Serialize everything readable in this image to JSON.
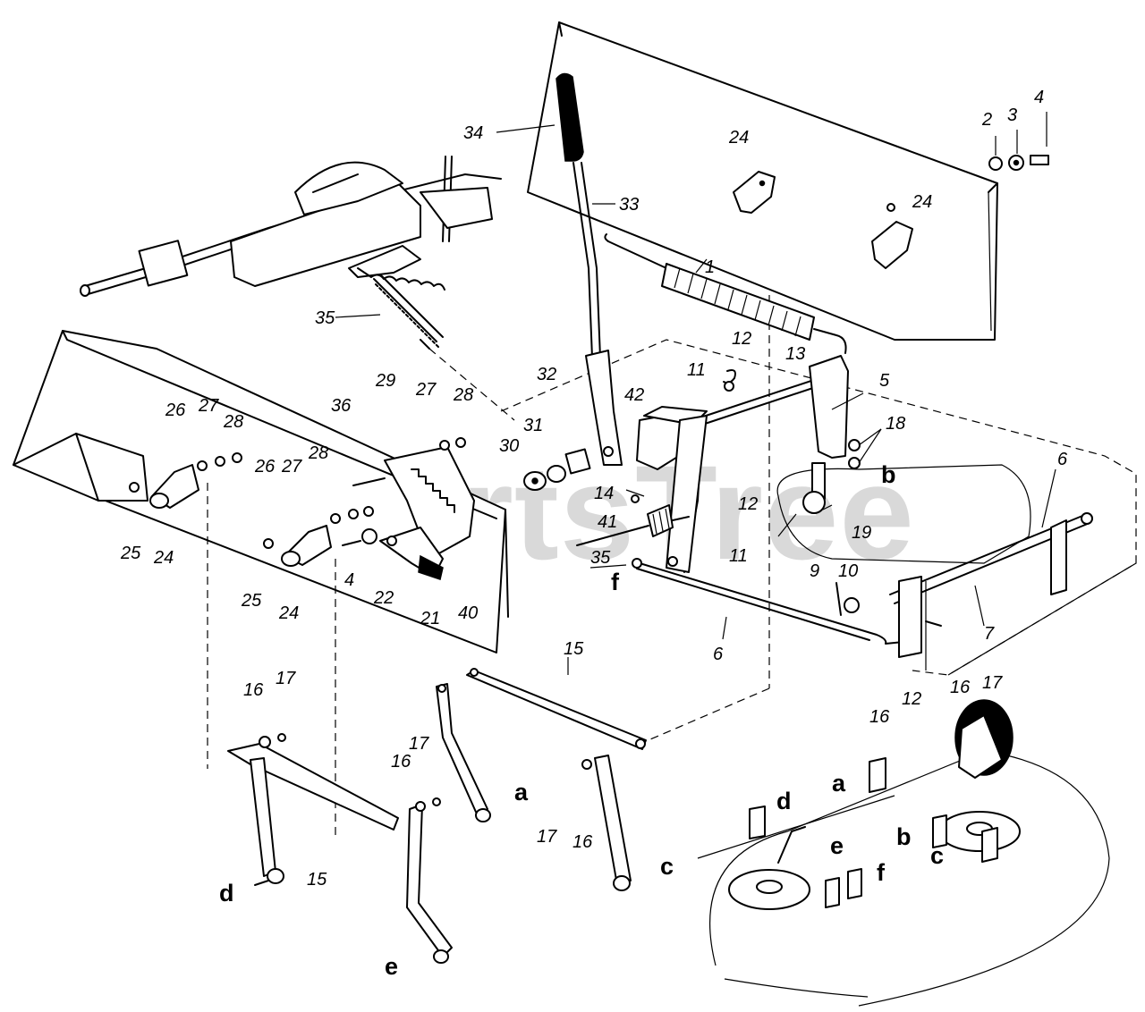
{
  "watermark": "PartsTree",
  "labels": [
    {
      "id": "n34",
      "text": "34"
    },
    {
      "id": "n33",
      "text": "33"
    },
    {
      "id": "n24a",
      "text": "24"
    },
    {
      "id": "n2",
      "text": "2"
    },
    {
      "id": "n3",
      "text": "3"
    },
    {
      "id": "n4a",
      "text": "4"
    },
    {
      "id": "n24b",
      "text": "24"
    },
    {
      "id": "n1",
      "text": "1"
    },
    {
      "id": "n35a",
      "text": "35"
    },
    {
      "id": "n12a",
      "text": "12"
    },
    {
      "id": "n13",
      "text": "13"
    },
    {
      "id": "n11a",
      "text": "11"
    },
    {
      "id": "n5",
      "text": "5"
    },
    {
      "id": "n32",
      "text": "32"
    },
    {
      "id": "n42",
      "text": "42"
    },
    {
      "id": "n29",
      "text": "29"
    },
    {
      "id": "n27a",
      "text": "27"
    },
    {
      "id": "n28a",
      "text": "28"
    },
    {
      "id": "n36",
      "text": "36"
    },
    {
      "id": "n26a",
      "text": "26"
    },
    {
      "id": "n27b",
      "text": "27"
    },
    {
      "id": "n28b",
      "text": "28"
    },
    {
      "id": "n28c",
      "text": "28"
    },
    {
      "id": "n31",
      "text": "31"
    },
    {
      "id": "n30",
      "text": "30"
    },
    {
      "id": "n18",
      "text": "18"
    },
    {
      "id": "n6a",
      "text": "6"
    },
    {
      "id": "n26b",
      "text": "26"
    },
    {
      "id": "n27c",
      "text": "27"
    },
    {
      "id": "n14",
      "text": "14"
    },
    {
      "id": "n12b",
      "text": "12"
    },
    {
      "id": "n19",
      "text": "19"
    },
    {
      "id": "n41",
      "text": "41"
    },
    {
      "id": "n25a",
      "text": "25"
    },
    {
      "id": "n24c",
      "text": "24"
    },
    {
      "id": "n35b",
      "text": "35"
    },
    {
      "id": "n11b",
      "text": "11"
    },
    {
      "id": "n4b",
      "text": "4"
    },
    {
      "id": "n22",
      "text": "22"
    },
    {
      "id": "n25b",
      "text": "25"
    },
    {
      "id": "n24d",
      "text": "24"
    },
    {
      "id": "n21",
      "text": "21"
    },
    {
      "id": "n40",
      "text": "40"
    },
    {
      "id": "n9",
      "text": "9"
    },
    {
      "id": "n10",
      "text": "10"
    },
    {
      "id": "n7",
      "text": "7"
    },
    {
      "id": "n6b",
      "text": "6"
    },
    {
      "id": "n15a",
      "text": "15"
    },
    {
      "id": "n16a",
      "text": "16"
    },
    {
      "id": "n17a",
      "text": "17"
    },
    {
      "id": "n17b",
      "text": "17"
    },
    {
      "id": "n16b",
      "text": "16"
    },
    {
      "id": "n12c",
      "text": "12"
    },
    {
      "id": "n16c",
      "text": "16"
    },
    {
      "id": "n16d",
      "text": "16"
    },
    {
      "id": "n17c",
      "text": "17"
    },
    {
      "id": "n17d",
      "text": "17"
    },
    {
      "id": "n16e",
      "text": "16"
    },
    {
      "id": "n15b",
      "text": "15"
    }
  ],
  "letters": [
    {
      "id": "lb1",
      "text": "b"
    },
    {
      "id": "lf1",
      "text": "f"
    },
    {
      "id": "la1",
      "text": "a"
    },
    {
      "id": "lc1",
      "text": "c"
    },
    {
      "id": "ld1",
      "text": "d"
    },
    {
      "id": "le1",
      "text": "e"
    },
    {
      "id": "la2",
      "text": "a"
    },
    {
      "id": "ld2",
      "text": "d"
    },
    {
      "id": "lb2",
      "text": "b"
    },
    {
      "id": "le2",
      "text": "e"
    },
    {
      "id": "lf2",
      "text": "f"
    },
    {
      "id": "lc2",
      "text": "c"
    }
  ]
}
